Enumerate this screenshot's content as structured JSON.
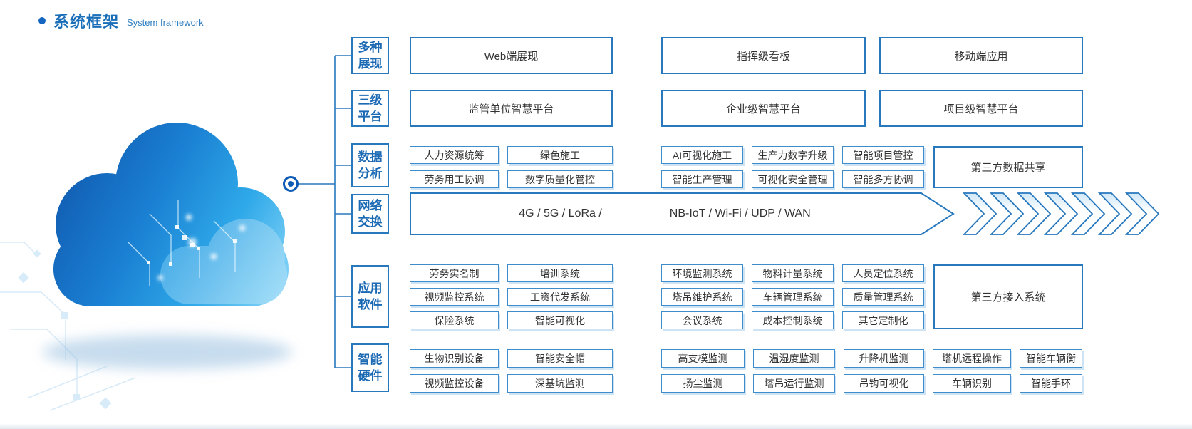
{
  "header": {
    "title_zh": "系统框架",
    "title_en": "System framework"
  },
  "colors": {
    "accent_blue": "#1a6fb8",
    "border_blue": "#2878be",
    "small_box_border": "#3f8ccc",
    "box_text": "#333333",
    "cloud_dark": "#0f55ab",
    "cloud_light": "#8fd9f8"
  },
  "framework": {
    "rows": [
      {
        "id": "multi-display",
        "category": [
          "多种",
          "展现"
        ],
        "boxes": [
          "Web端展现",
          "指挥级看板",
          "移动端应用"
        ]
      },
      {
        "id": "three-level-platform",
        "category": [
          "三级",
          "平台"
        ],
        "boxes": [
          "监管单位智慧平台",
          "企业级智慧平台",
          "项目级智慧平台"
        ]
      },
      {
        "id": "data-analysis",
        "category": [
          "数据",
          "分析"
        ],
        "left_grid": [
          [
            "人力资源统筹",
            "绿色施工"
          ],
          [
            "劳务用工协调",
            "数字质量化管控"
          ]
        ],
        "mid_grid": [
          [
            "AI可视化施工",
            "生产力数字升级",
            "智能项目管控"
          ],
          [
            "智能生产管理",
            "可视化安全管理",
            "智能多方协调"
          ]
        ],
        "tall_box": "第三方数据共享"
      },
      {
        "id": "network-exchange",
        "category": [
          "网络",
          "交换"
        ],
        "band_text_left": "4G / 5G / LoRa /",
        "band_text_right": "NB-IoT / Wi-Fi / UDP / WAN",
        "chevron_count": 7
      },
      {
        "id": "application-software",
        "category": [
          "应用",
          "软件"
        ],
        "left_grid": [
          [
            "劳务实名制",
            "培训系统"
          ],
          [
            "视频监控系统",
            "工资代发系统"
          ],
          [
            "保险系统",
            "智能可视化"
          ]
        ],
        "mid_grid": [
          [
            "环境监测系统",
            "物料计量系统",
            "人员定位系统"
          ],
          [
            "塔吊维护系统",
            "车辆管理系统",
            "质量管理系统"
          ],
          [
            "会议系统",
            "成本控制系统",
            "其它定制化"
          ]
        ],
        "tall_box": "第三方接入系统"
      },
      {
        "id": "smart-hardware",
        "category": [
          "智能",
          "硬件"
        ],
        "left_grid": [
          [
            "生物识别设备",
            "智能安全帽"
          ],
          [
            "视频监控设备",
            "深基坑监测"
          ]
        ],
        "mid_grid": [
          [
            "高支模监测",
            "温湿度监测",
            "升降机监测",
            "塔机远程操作",
            "智能车辆衡"
          ],
          [
            "扬尘监测",
            "塔吊运行监测",
            "吊钩可视化",
            "车辆识别",
            "智能手环"
          ]
        ]
      }
    ]
  }
}
